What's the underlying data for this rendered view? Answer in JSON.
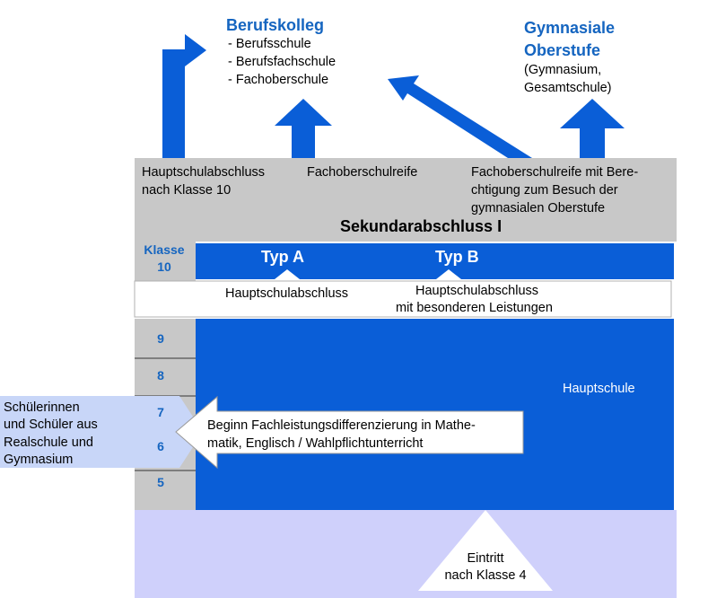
{
  "colors": {
    "blue": "#0a5ed7",
    "title_blue": "#1565c0",
    "gray": "#c8c8c8",
    "lavender": "#cfd0fb",
    "light_blue": "#c8d6f8"
  },
  "top": {
    "berufskolleg": {
      "title": "Berufskolleg",
      "items": [
        "- Berufsschule",
        "- Berufsfachschule",
        "- Fachoberschule"
      ]
    },
    "gymnasiale": {
      "title_line1": "Gymnasiale",
      "title_line2": "Oberstufe",
      "sub_line1": "(Gymnasium,",
      "sub_line2": "Gesamtschule)"
    }
  },
  "gray_band": {
    "col1_line1": "Hauptschulabschluss",
    "col1_line2": "nach Klasse 10",
    "col2": "Fachoberschulreife",
    "col3_line1": "Fachoberschulreife mit Bere-",
    "col3_line2": "chtigung zum Besuch der",
    "col3_line3": "gymnasialen Oberstufe",
    "heading": "Sekundarabschluss I"
  },
  "klasse10": {
    "line1": "Klasse",
    "line2": "10"
  },
  "typ_a": "Typ A",
  "typ_b": "Typ B",
  "white_band": {
    "a": "Hauptschulabschluss",
    "b_line1": "Hauptschulabschluss",
    "b_line2": "mit besonderen Leistungen"
  },
  "grades": [
    "9",
    "8",
    "7",
    "6",
    "5"
  ],
  "hauptschule": "Hauptschule",
  "left_box": {
    "line1": "Schülerinnen",
    "line2": "und Schüler aus",
    "line3": "Realschule und",
    "line4": "Gymnasium"
  },
  "beginn_box": {
    "line1": "Beginn Fachleistungsdifferenzierung in Mathe-",
    "line2": "matik,  Englisch / Wahlpflichtunterricht"
  },
  "eintritt": {
    "line1": "Eintritt",
    "line2": "nach Klasse 4"
  }
}
